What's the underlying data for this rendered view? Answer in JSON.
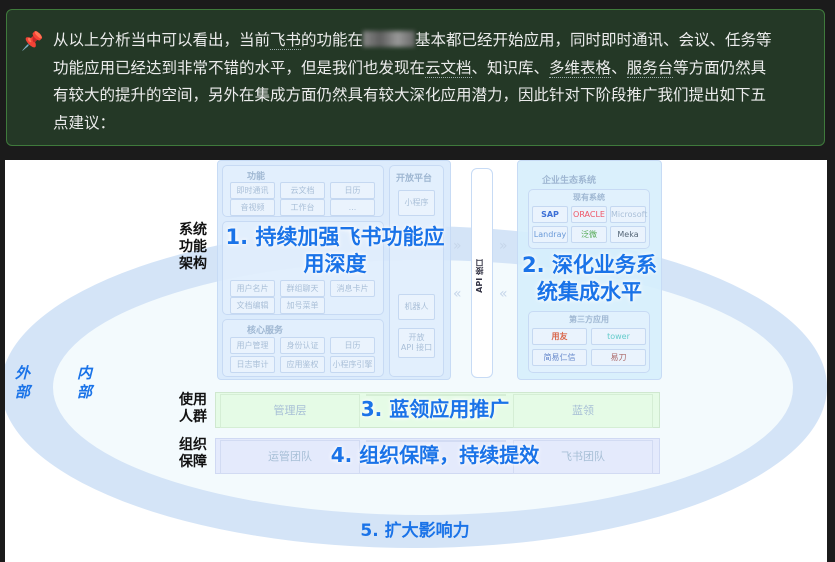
{
  "callout": {
    "icon": "pushpin-icon",
    "l1a": "从以上分析当中可以看出，当前",
    "l1b": "飞书",
    "l1c": "的功能在",
    "l1d": "基本都已经开始应用，同时即时通讯、会议、任务等",
    "l2a": "功能应用已经达到非常不错的水平，但是我们也发现在",
    "l2b": "云文档",
    "l2c": "、知识库、",
    "l2d": "多维表格",
    "l2e": "、",
    "l2f": "服务台",
    "l2g": "等方面仍然具",
    "l3": "有较大的提升的空间，另外在集成方面仍然具有较大深化应用潜力，因此针对下阶段推广我们提出如下五",
    "l4": "点建议："
  },
  "diagram": {
    "side": {
      "arch": "系统功能架构",
      "users": "使用人群",
      "org": "组织保障",
      "outer": "外部",
      "inner": "内部"
    },
    "func": {
      "title": "功能",
      "cells": [
        "即时通讯",
        "云文档",
        "日历",
        "音视频",
        "工作台",
        "..."
      ]
    },
    "mid": {
      "cells": [
        "用户名片",
        "群组聊天",
        "消息卡片",
        "文档编辑",
        "加号菜单"
      ]
    },
    "core": {
      "title": "核心服务",
      "cells": [
        "用户管理",
        "身份认证",
        "日历",
        "日志审计",
        "应用鉴权",
        "小程序引擎"
      ]
    },
    "open": {
      "title": "开放平台",
      "cells": [
        "小程序",
        "机器人",
        "开放\nAPI 接口"
      ]
    },
    "api": "API 接口",
    "eco": {
      "title": "企业生态系统",
      "existing": "现有系统",
      "existing_logos": [
        "SAP",
        "ORACLE",
        "Microsoft",
        "Landray",
        "泛微",
        "Meka"
      ],
      "third": "第三方应用",
      "third_logos": [
        "用友",
        "tower",
        "简易仁信",
        "易刀"
      ],
      "more": "......"
    },
    "users": [
      "管理层",
      "",
      "蓝领"
    ],
    "org": [
      "运管团队",
      "",
      "飞书团队"
    ],
    "points": [
      "1. 持续加强飞书功能应用深度",
      "2. 深化业务系统集成水平",
      "3. 蓝领应用推广",
      "4. 组织保障，持续提效",
      "5. 扩大影响力"
    ],
    "colors": {
      "accent": "#1a73e8",
      "callout_bg": "#243826"
    }
  }
}
